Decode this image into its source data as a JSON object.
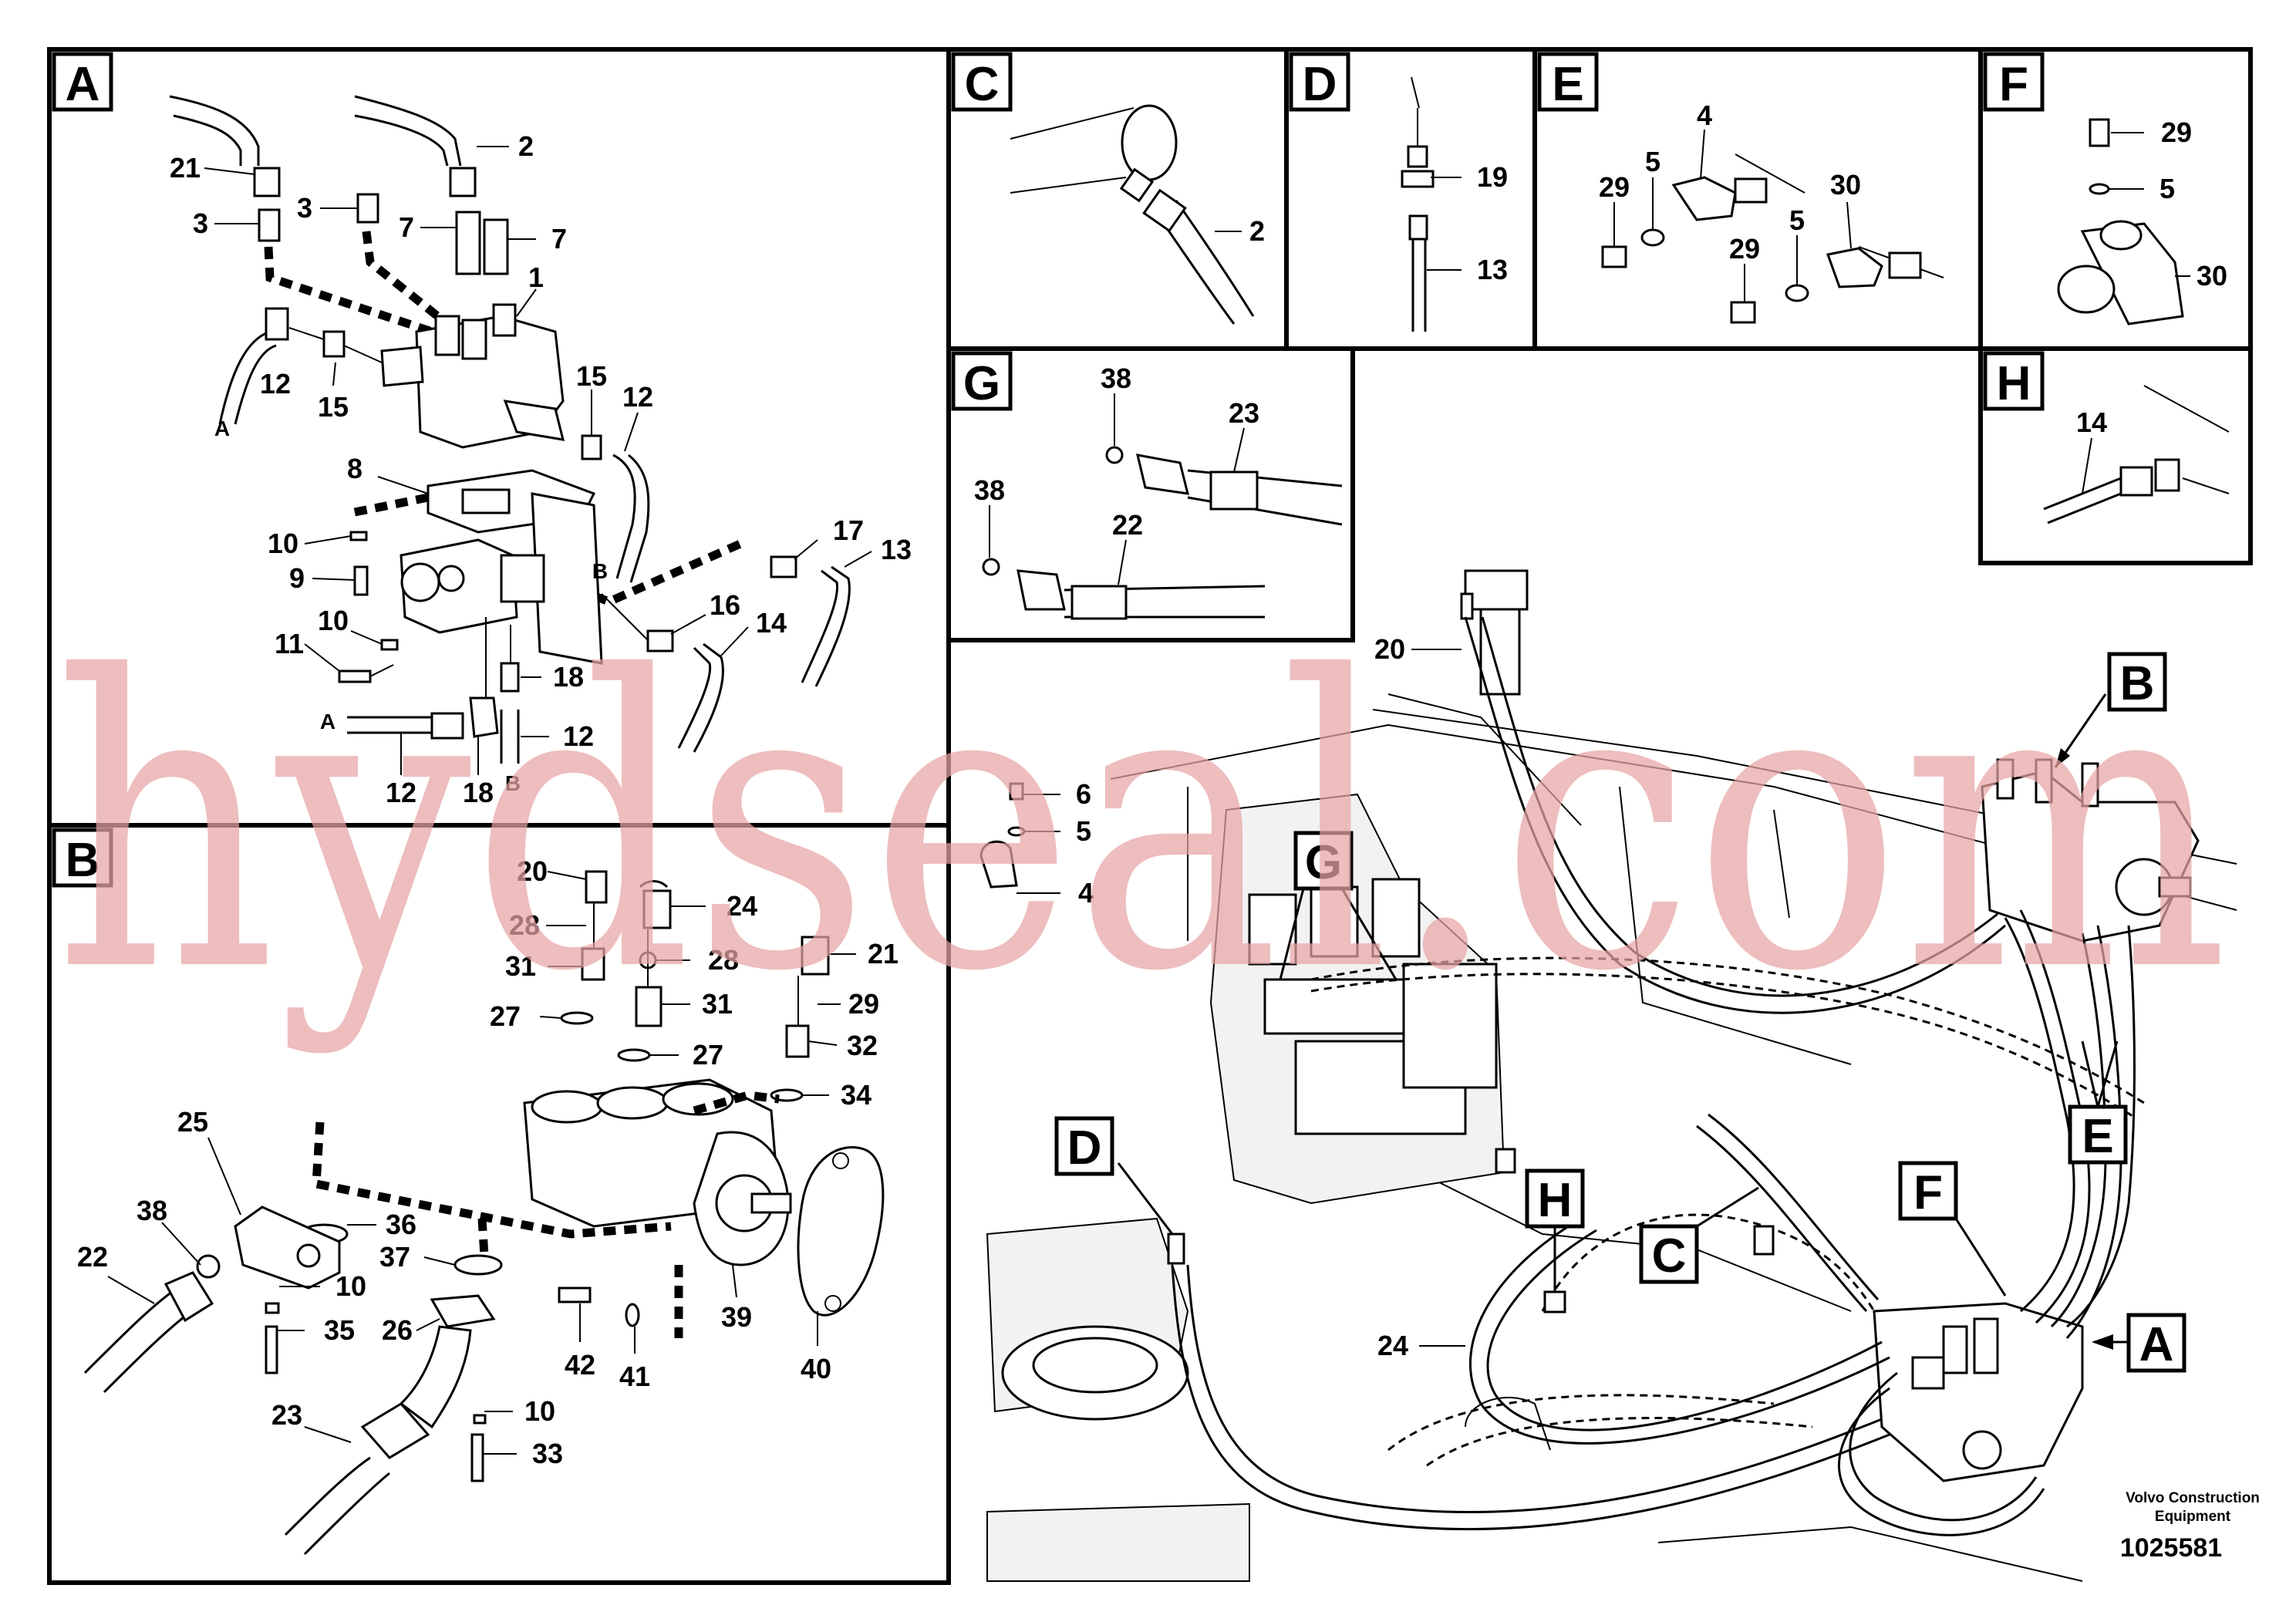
{
  "panels": {
    "A": {
      "letter": "A",
      "callouts": [
        "21",
        "3",
        "3",
        "2",
        "7",
        "7",
        "1",
        "12",
        "15",
        "15",
        "12",
        "A",
        "8",
        "10",
        "9",
        "10",
        "11",
        "B",
        "17",
        "13",
        "16",
        "14",
        "18",
        "A",
        "12",
        "18",
        "B",
        "12"
      ]
    },
    "B": {
      "letter": "B",
      "callouts": [
        "20",
        "28",
        "31",
        "27",
        "24",
        "28",
        "31",
        "27",
        "21",
        "29",
        "32",
        "34",
        "25",
        "38",
        "22",
        "36",
        "10",
        "35",
        "37",
        "26",
        "10",
        "23",
        "33",
        "42",
        "41",
        "39",
        "40"
      ]
    },
    "C": {
      "letter": "C",
      "callouts": [
        "2"
      ]
    },
    "D": {
      "letter": "D",
      "callouts": [
        "19",
        "13"
      ]
    },
    "E": {
      "letter": "E",
      "callouts": [
        "4",
        "29",
        "5",
        "30",
        "5",
        "29"
      ]
    },
    "F": {
      "letter": "F",
      "callouts": [
        "29",
        "5",
        "30"
      ]
    },
    "G": {
      "letter": "G",
      "callouts": [
        "38",
        "23",
        "38",
        "22"
      ]
    },
    "H": {
      "letter": "H",
      "callouts": [
        "14"
      ]
    }
  },
  "overview": {
    "labels": [
      "B",
      "G",
      "D",
      "H",
      "C",
      "F",
      "E",
      "A"
    ],
    "callouts": [
      "20",
      "6",
      "5",
      "4",
      "24"
    ]
  },
  "footer": {
    "brand_line1": "Volvo Construction",
    "brand_line2": "Equipment",
    "doc_number": "1025581"
  },
  "watermark": "hydseal.com"
}
